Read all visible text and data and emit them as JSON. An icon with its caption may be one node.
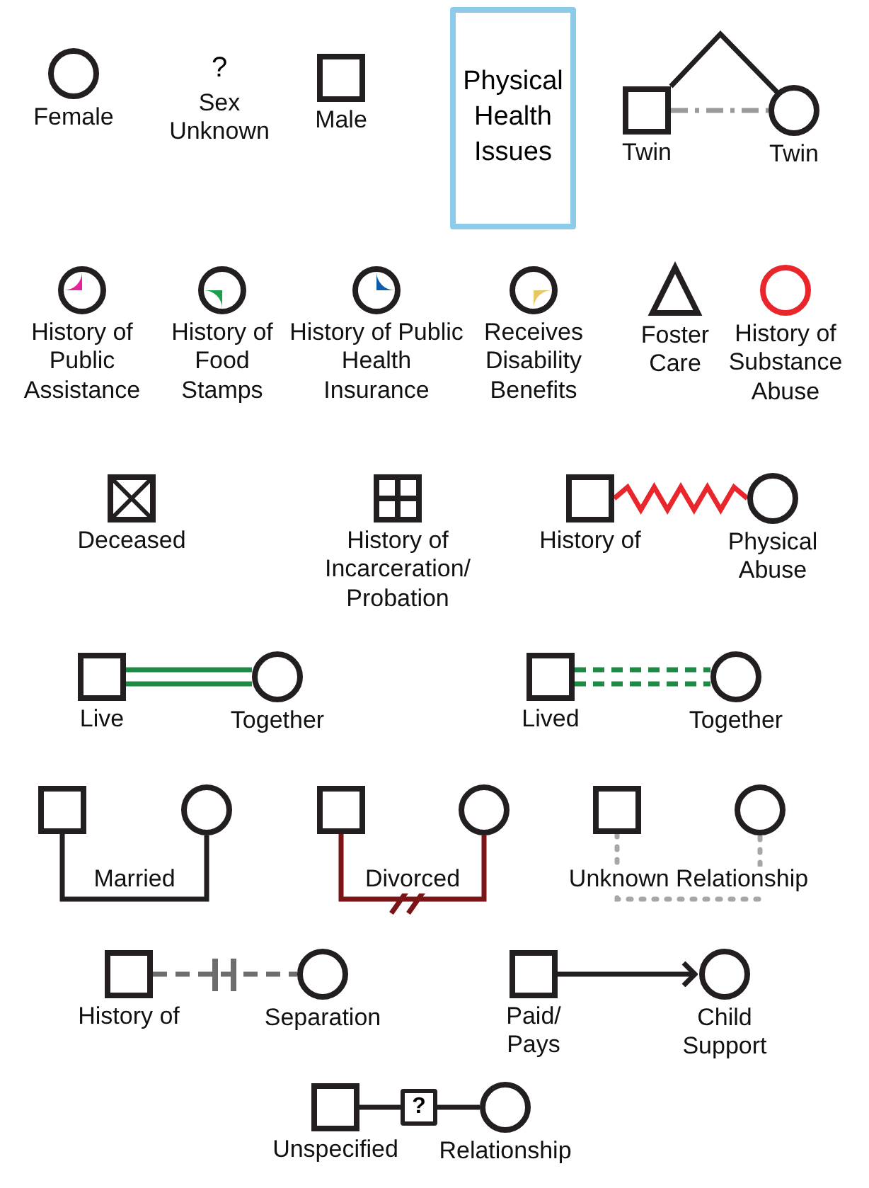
{
  "diagram": {
    "nodes": [
      {
        "text": [
          "Female"
        ]
      },
      {
        "text": [
          "?",
          "Sex Unknown"
        ]
      },
      {
        "text": [
          "Male"
        ]
      },
      {
        "text": [
          "Physical Health Issues"
        ]
      },
      {
        "text": [
          "Twin"
        ]
      },
      {
        "text": [
          "Twin"
        ]
      },
      {
        "text": [
          "History of Public Assistance"
        ]
      },
      {
        "text": [
          "History of Food Stamps"
        ]
      },
      {
        "text": [
          "History of Public Health Insurance"
        ]
      },
      {
        "text": [
          "Receives Disability Benefits"
        ]
      },
      {
        "text": [
          "Foster Care"
        ]
      },
      {
        "text": [
          "History of Substance Abuse"
        ]
      },
      {
        "text": [
          "Deceased"
        ]
      },
      {
        "text": [
          "History of Incarceration/ Probation"
        ]
      },
      {
        "text": [
          "History of"
        ]
      },
      {
        "text": [
          "Physical Abuse"
        ]
      },
      {
        "text": [
          "Live"
        ]
      },
      {
        "text": [
          "Together"
        ]
      },
      {
        "text": [
          "Lived"
        ]
      },
      {
        "text": [
          "Together"
        ]
      },
      {
        "text": [],
        "shape": "box"
      },
      {
        "text": [],
        "shape": "circle"
      },
      {
        "text": [],
        "shape": "box"
      },
      {
        "text": [],
        "shape": "circle"
      },
      {
        "text": [],
        "shape": "box"
      },
      {
        "text": [],
        "shape": "circle"
      },
      {
        "text": [
          "History of"
        ]
      },
      {
        "text": [
          "Separation"
        ]
      },
      {
        "text": [
          "Paid/ Pays"
        ]
      },
      {
        "text": [
          "Child Support"
        ]
      },
      {
        "text": [
          "Unspecified"
        ]
      },
      {
        "text": [
          "?"
        ]
      },
      {
        "text": [
          "Relationship"
        ]
      }
    ],
    "edges": [
      {
        "from": 4,
        "to": 5,
        "arrow": "none"
      },
      {
        "from": 4,
        "to": 5,
        "arrow": "none",
        "style": "dashed",
        "color": "#9a9a9a"
      },
      {
        "from": 14,
        "to": 15,
        "arrow": "none",
        "color": "#e8262b"
      },
      {
        "from": 16,
        "to": 17,
        "arrow": "none",
        "color": "#1f8a45"
      },
      {
        "from": 18,
        "to": 19,
        "arrow": "none",
        "style": "dashed",
        "color": "#1f8a45"
      },
      {
        "from": 20,
        "to": 21,
        "arrow": "none",
        "label": "Married"
      },
      {
        "from": 22,
        "to": 23,
        "arrow": "none",
        "label": "Divorced",
        "color": "#7b1416"
      },
      {
        "from": 24,
        "to": 25,
        "arrow": "none",
        "label": "Unknown Relationship",
        "style": "dashed",
        "color": "#a6a6a6"
      },
      {
        "from": 26,
        "to": 27,
        "arrow": "none",
        "style": "dashed",
        "color": "#6d6d6d"
      },
      {
        "from": 28,
        "to": 29,
        "arrow": "to"
      },
      {
        "from": 30,
        "to": 31,
        "arrow": "none"
      },
      {
        "from": 31,
        "to": 32,
        "arrow": "none"
      }
    ]
  }
}
